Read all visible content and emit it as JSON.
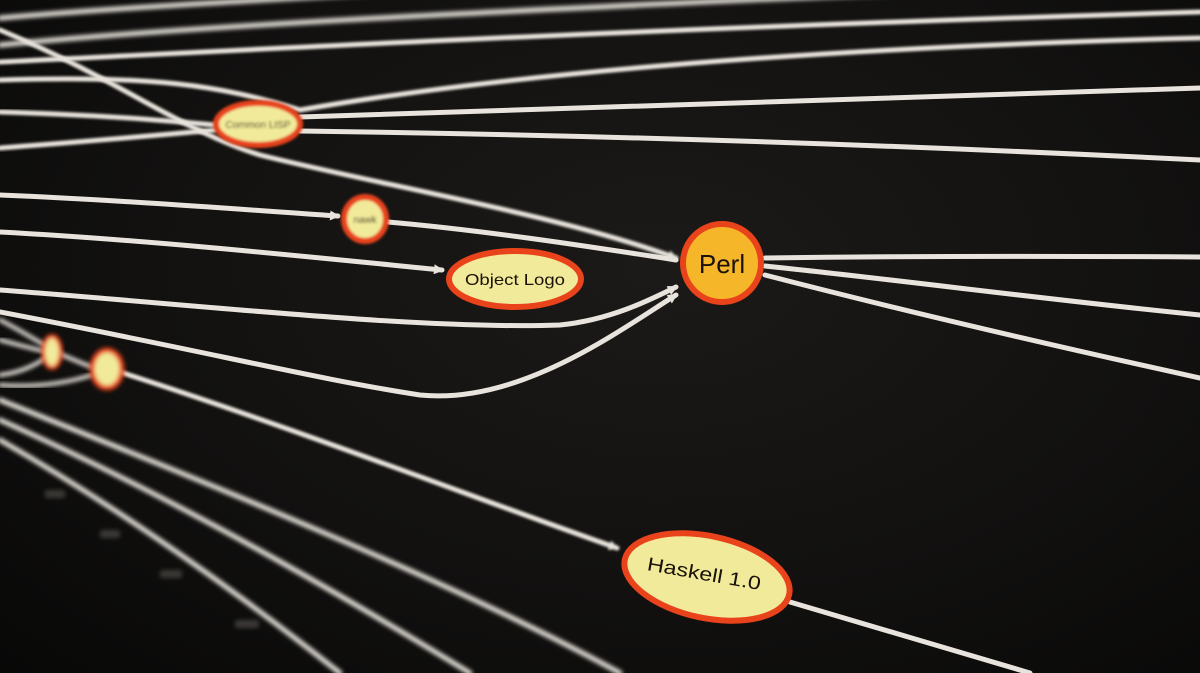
{
  "diagram": {
    "nodes": [
      {
        "id": "perl",
        "label": "Perl"
      },
      {
        "id": "object-logo",
        "label": "Object Logo"
      },
      {
        "id": "haskell",
        "label": "Haskell 1.0"
      },
      {
        "id": "nawk",
        "label": "nawk"
      },
      {
        "id": "common-lisp",
        "label": "Common LISP"
      },
      {
        "id": "small-1",
        "label": ""
      },
      {
        "id": "small-2",
        "label": ""
      }
    ]
  },
  "colors": {
    "background": "#121110",
    "line": "#e8e3dc",
    "node_fill": "#f1ea9a",
    "perl_fill": "#f5b62a",
    "node_ring": "#e8431b"
  }
}
